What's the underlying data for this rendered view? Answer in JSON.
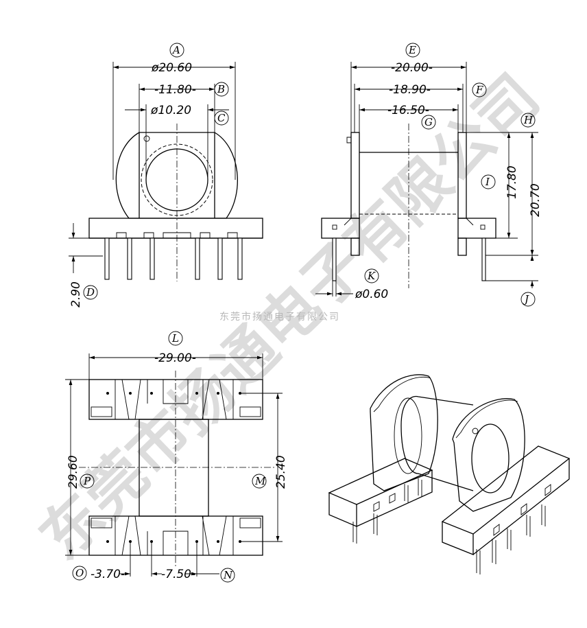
{
  "watermark": {
    "small": "东莞市扬通电子有限公司",
    "big": "东莞市扬通电子有限公司"
  },
  "labels": {
    "A": "A",
    "B": "B",
    "C": "C",
    "D": "D",
    "E": "E",
    "F": "F",
    "G": "G",
    "H": "H",
    "I": "I",
    "J": "J",
    "K": "K",
    "L": "L",
    "M": "M",
    "N": "N",
    "O": "O",
    "P": "P"
  },
  "dimensions": {
    "A": "ø20.60",
    "B": "11.80",
    "C": "ø10.20",
    "D": "2.90",
    "E": "20.00",
    "F": "18.90",
    "G": "16.50",
    "H": "20.70",
    "I": "17.80",
    "K": "ø0.60",
    "L": "29.00",
    "M": "25.40",
    "P": "29.60",
    "O": "3.70",
    "N": "7.50"
  }
}
